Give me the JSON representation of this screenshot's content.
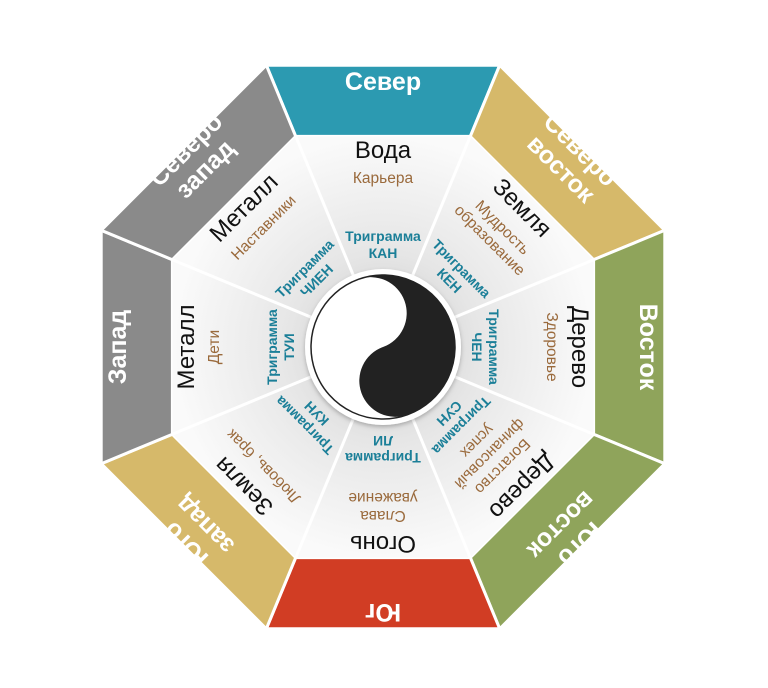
{
  "colors": {
    "north": "#2c9ab1",
    "northeast": "#d6b96a",
    "east": "#8fa45b",
    "southeast": "#8fa45b",
    "south": "#d13d24",
    "southwest": "#d6b96a",
    "west": "#8a8a8a",
    "northwest": "#8a8a8a",
    "inner_sector": "#f2f2f2",
    "inner_center": "#dcdcdc",
    "divider": "#ffffff",
    "element_text": "#111111",
    "area_text": "#9a6a3c",
    "trigram_text": "#1b7f98"
  },
  "sectors": [
    {
      "id": "north",
      "direction": [
        "Север"
      ],
      "element": "Вода",
      "area": [
        "Карьера"
      ],
      "trigram": [
        "Триграмма",
        "КАН"
      ]
    },
    {
      "id": "northeast",
      "direction": [
        "Северо",
        "восток"
      ],
      "element": "Земля",
      "area": [
        "Мудрость",
        "образование"
      ],
      "trigram": [
        "Триграмма",
        "КЕН"
      ]
    },
    {
      "id": "east",
      "direction": [
        "Восток"
      ],
      "element": "Дерево",
      "area": [
        "Здоровье"
      ],
      "trigram": [
        "Триграмма",
        "ЧЕН"
      ]
    },
    {
      "id": "southeast",
      "direction": [
        "Юго",
        "восток"
      ],
      "element": "Дерево",
      "area": [
        "Богатство",
        "финансовый",
        "успех"
      ],
      "trigram": [
        "Триграмма",
        "СУН"
      ]
    },
    {
      "id": "south",
      "direction": [
        "Юг"
      ],
      "element": "Огонь",
      "area": [
        "Слава",
        "уважение"
      ],
      "trigram": [
        "Триграмма",
        "ЛИ"
      ]
    },
    {
      "id": "southwest",
      "direction": [
        "Юго",
        "запад"
      ],
      "element": "Земля",
      "area": [
        "Любовь, брак"
      ],
      "trigram": [
        "Триграмма",
        "КУН"
      ]
    },
    {
      "id": "west",
      "direction": [
        "Запад"
      ],
      "element": "Металл",
      "area": [
        "Дети"
      ],
      "trigram": [
        "Триграмма",
        "ТУИ"
      ]
    },
    {
      "id": "northwest",
      "direction": [
        "Северо",
        "запад"
      ],
      "element": "Металл",
      "area": [
        "Наставники"
      ],
      "trigram": [
        "Триграмма",
        "ЧИЕН"
      ]
    }
  ],
  "center_icon": "yin-yang-icon"
}
